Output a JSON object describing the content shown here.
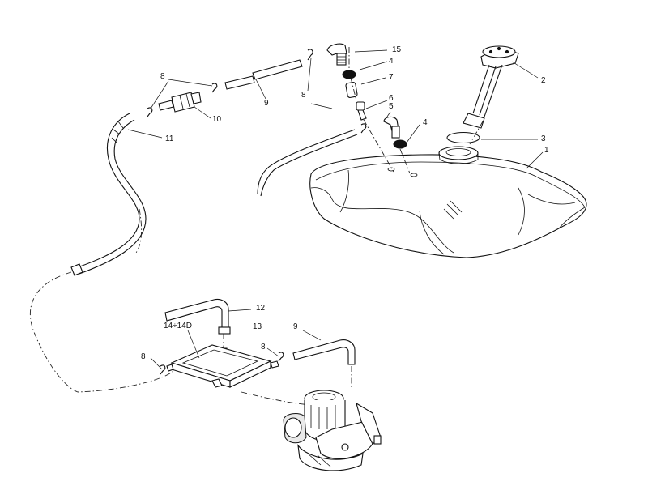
{
  "callouts": {
    "c1": "1",
    "c2": "2",
    "c3": "3",
    "c4a": "4",
    "c4b": "4",
    "c5": "5",
    "c6": "6",
    "c7": "7",
    "c8a": "8",
    "c8b": "8",
    "c8c": "8",
    "c8d": "8",
    "c9a": "9",
    "c9b": "9",
    "c10": "10",
    "c11": "11",
    "c12": "12",
    "c13": "13",
    "c14": "14÷14D",
    "c15": "15"
  },
  "parts": [
    {
      "ref": "1",
      "icon": "fuel-tank-icon"
    },
    {
      "ref": "2",
      "icon": "fuel-gauge-sender-icon"
    },
    {
      "ref": "3",
      "icon": "o-ring-icon"
    },
    {
      "ref": "4",
      "icon": "grommet-icon"
    },
    {
      "ref": "5",
      "icon": "elbow-fitting-icon"
    },
    {
      "ref": "6",
      "icon": "valve-icon"
    },
    {
      "ref": "7",
      "icon": "hose-icon"
    },
    {
      "ref": "8",
      "icon": "hose-clamp-icon"
    },
    {
      "ref": "9",
      "icon": "fuel-line-icon"
    },
    {
      "ref": "10",
      "icon": "fuel-filter-icon"
    },
    {
      "ref": "11",
      "icon": "vent-hose-icon"
    },
    {
      "ref": "12",
      "icon": "impulse-line-icon"
    },
    {
      "ref": "13",
      "icon": "fitting-icon"
    },
    {
      "ref": "14÷14D",
      "icon": "fuel-pump-icon"
    },
    {
      "ref": "15",
      "icon": "vent-fitting-icon"
    }
  ],
  "colors": {
    "line": "#111111",
    "background": "#ffffff"
  }
}
